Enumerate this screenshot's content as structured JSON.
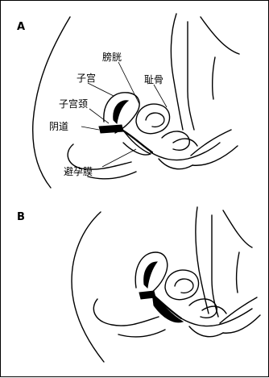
{
  "panels": [
    {
      "letter": "A",
      "labels": {
        "bladder": "膀胱",
        "uterus": "子宫",
        "pubic_bone": "耻骨",
        "cervix": "子宫颈",
        "vagina": "阴道",
        "diaphragm": "避孕膜"
      }
    },
    {
      "letter": "B"
    }
  ]
}
